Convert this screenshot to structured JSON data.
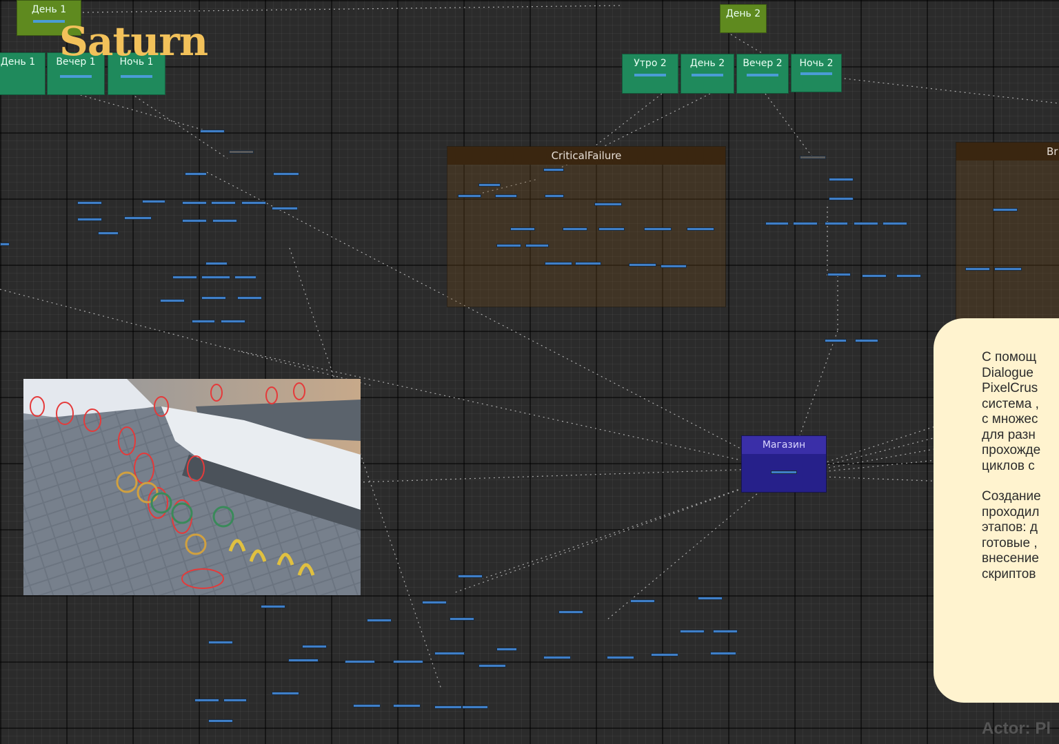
{
  "title": "Saturn",
  "day1_group_label": "День 1",
  "day1_states": [
    "День 1",
    "Вечер 1",
    "Ночь 1"
  ],
  "day2_group_label": "День 2",
  "day2_states": [
    "Утро 2",
    "День 2",
    "Вечер 2",
    "Ночь 2"
  ],
  "groups": {
    "critical_failure": "CriticalFailure",
    "right_partial": "Br",
    "shop": "Магазин"
  },
  "colors": {
    "state_green": "#1f8a5c",
    "day_node_green": "#5f8a1f",
    "group_brown": "#3a2610",
    "shop_purple": "#26208a",
    "title_gold": "#f2c15a",
    "card_cream": "#fff3cf"
  },
  "info_card": {
    "paragraph1": "С помощ\nDialogue\nPixelCrus\nсистема ,\nс множес\nдля разн\nпрохожде\nциклов с",
    "paragraph2": "Создание\nпроходил\nэтапов: д\nготовые ,\nвнесение\nскриптов"
  },
  "actor_label": "Actor: Pl"
}
